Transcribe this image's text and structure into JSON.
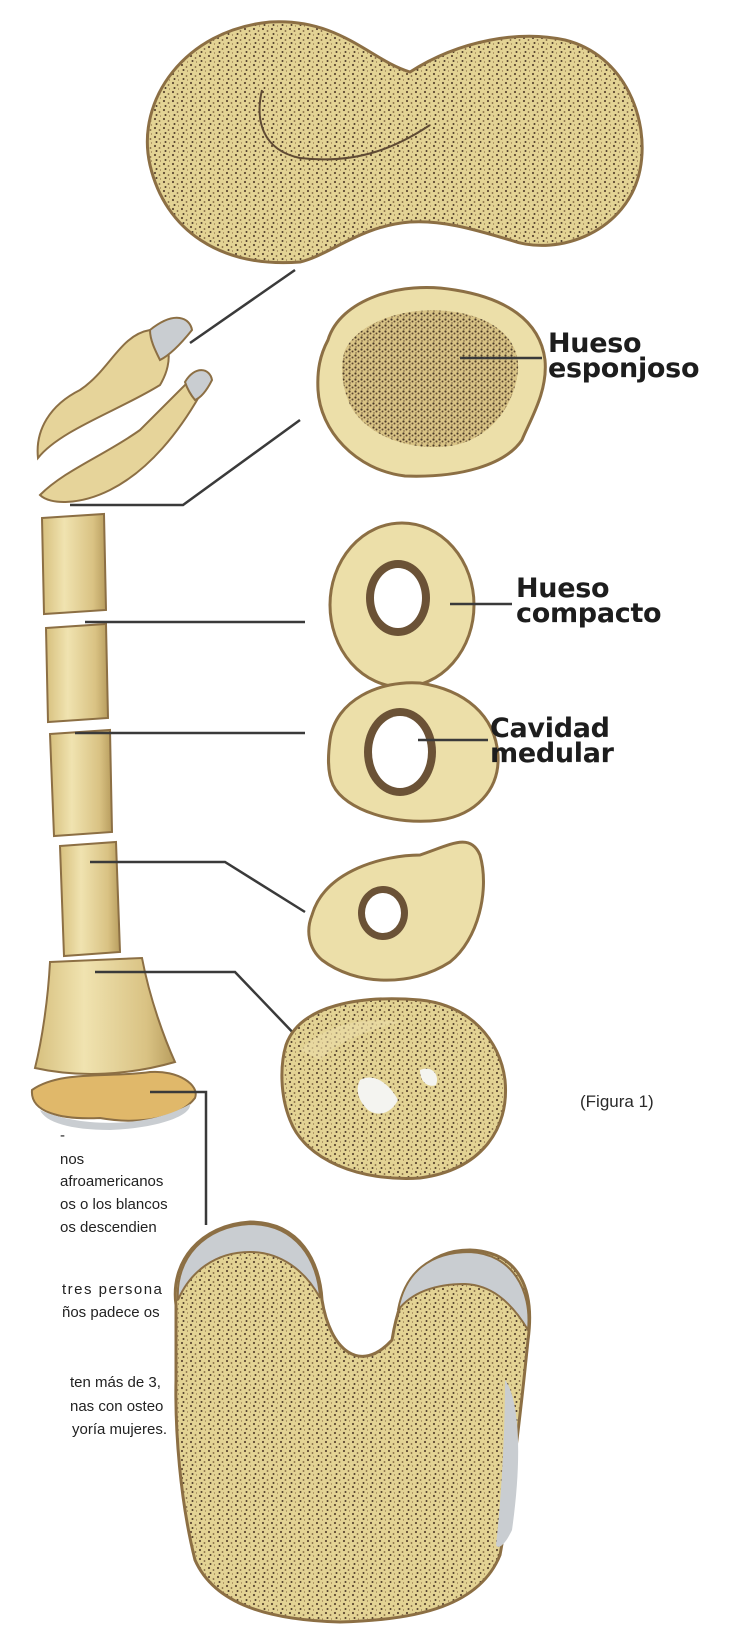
{
  "labels": {
    "spongy": [
      "Hueso",
      "esponjoso"
    ],
    "compact": [
      "Hueso",
      "compacto"
    ],
    "medullary": [
      "Cavidad",
      "medular"
    ]
  },
  "caption": "(Figura 1)",
  "body_text_fragments": [
    "-",
    "nos",
    "afroamericanos",
    "os o los blancos",
    "os descendien",
    "tres persona",
    "ños padece os",
    "ten más de 3,",
    "nas con osteo",
    "yoría mujeres."
  ],
  "colors": {
    "bone_fill": "#e9dca4",
    "bone_edge": "#8c6f44",
    "spongy_texture": "#5f4a33",
    "cartilage": "#c9cdd1",
    "marrow": "#ffffff",
    "leader_line": "#3a3a3a"
  }
}
